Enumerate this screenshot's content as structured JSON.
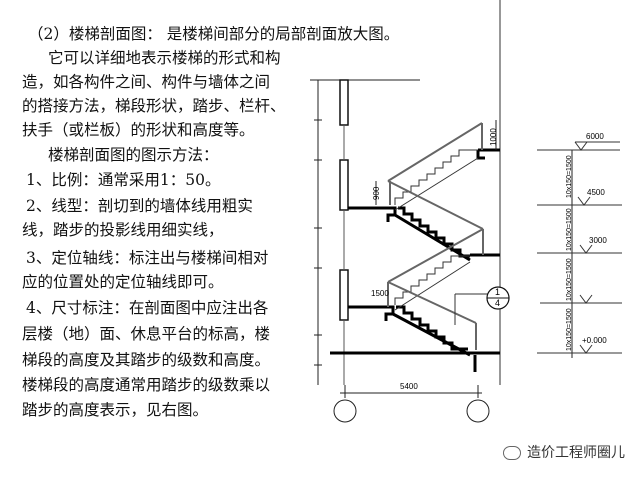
{
  "text": {
    "title": "（2）楼梯剖面图：  是楼梯间部分的局部剖面放大图。",
    "lines": [
      "它可以详细地表示楼梯的形式和构",
      "造，如各构件之间、构件与墙体之间",
      "的搭接方法，梯段形状，踏步、栏杆、",
      "扶手（或栏板）的形状和高度等。",
      "楼梯剖面图的图示方法：",
      "1、比例：通常采用1：50。",
      "2、线型：剖切到的墙体线用粗实",
      "线，踏步的投影线用细实线，",
      "3、定位轴线：标注出与楼梯间相对",
      "应的位置处的定位轴线即可。",
      "4、尺寸标注：在剖面图中应注出各",
      "层楼（地）面、休息平台的标高，楼",
      "梯段的高度及其踏步的级数和高度。",
      "楼梯段的高度通常用踏步的级数乘以",
      "踏步的高度表示，见右图。"
    ]
  },
  "drawing": {
    "elevations": [
      "6000",
      "4500",
      "3000",
      "+0.000"
    ],
    "flight_dims": [
      "10x150=1500",
      "10x150=1500",
      "10x150=1500",
      "10x150=1500"
    ],
    "railing_heights": [
      "1000",
      "900",
      "1500"
    ],
    "span": "5400",
    "detail_index": {
      "top": "1",
      "bottom": "4"
    }
  },
  "watermark": "造价工程师圈儿"
}
